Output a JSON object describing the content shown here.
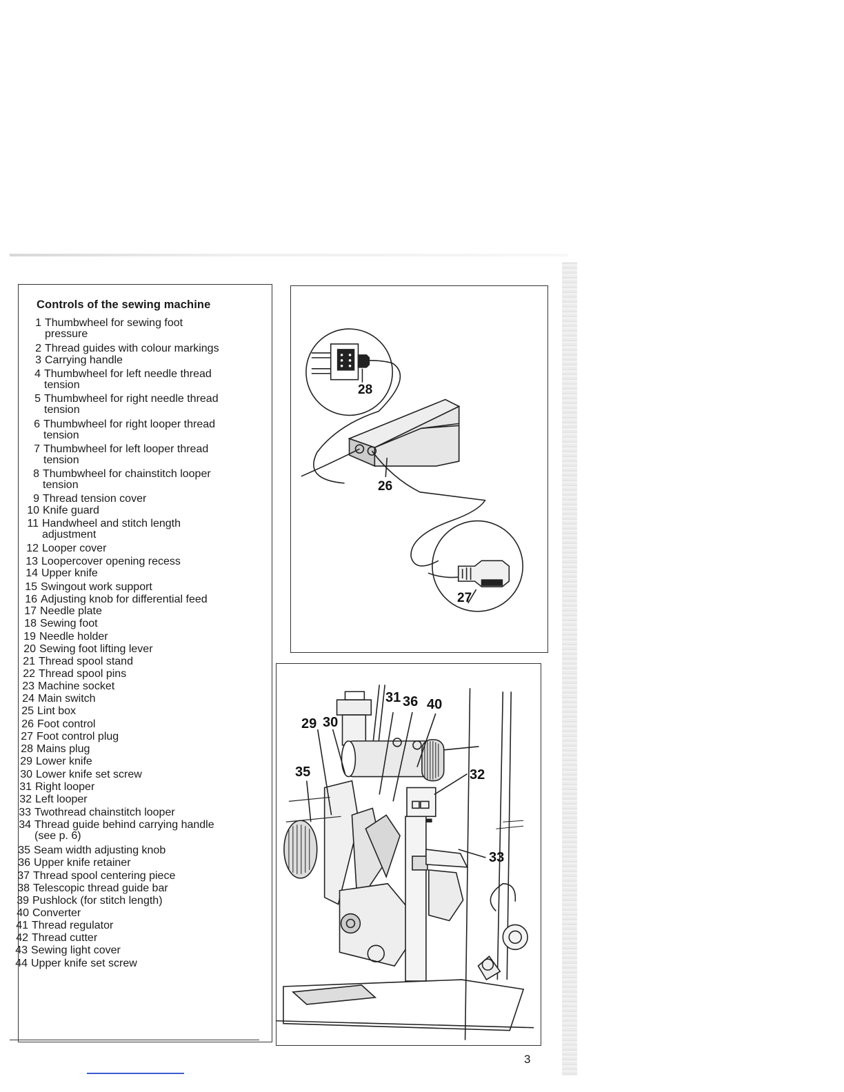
{
  "heading": "Controls of the sewing machine",
  "controls": [
    {
      "num": "1",
      "text": "Thumbwheel for sewing foot",
      "cont": "pressure"
    },
    {
      "num": "2",
      "text": "Thread guides with colour markings"
    },
    {
      "num": "3",
      "text": "Carrying handle"
    },
    {
      "num": "4",
      "text": "Thumbwheel for left needle thread",
      "cont": "tension"
    },
    {
      "num": "5",
      "text": "Thumbwheel for right needle thread",
      "cont": "tension"
    },
    {
      "num": "6",
      "text": "Thumbwheel for right looper thread",
      "cont": "tension"
    },
    {
      "num": "7",
      "text": "Thumbwheel for left looper thread",
      "cont": "tension"
    },
    {
      "num": "8",
      "text": "Thumbwheel for chainstitch looper",
      "cont": "tension"
    },
    {
      "num": "9",
      "text": "Thread tension cover"
    },
    {
      "num": "10",
      "text": "Knife guard"
    },
    {
      "num": "11",
      "text": "Handwheel and stitch length",
      "cont": "adjustment"
    },
    {
      "num": "12",
      "text": "Looper cover"
    },
    {
      "num": "13",
      "text": "Loopercover opening recess"
    },
    {
      "num": "14",
      "text": "Upper knife"
    },
    {
      "num": "15",
      "text": "Swingout work support"
    },
    {
      "num": "16",
      "text": "Adjusting knob for differential feed"
    },
    {
      "num": "17",
      "text": "Needle plate"
    },
    {
      "num": "18",
      "text": "Sewing foot"
    },
    {
      "num": "19",
      "text": "Needle holder"
    },
    {
      "num": "20",
      "text": "Sewing foot lifting lever"
    },
    {
      "num": "21",
      "text": "Thread spool stand"
    },
    {
      "num": "22",
      "text": "Thread spool pins"
    },
    {
      "num": "23",
      "text": "Machine socket"
    },
    {
      "num": "24",
      "text": "Main switch"
    },
    {
      "num": "25",
      "text": "Lint box"
    },
    {
      "num": "26",
      "text": "Foot control"
    },
    {
      "num": "27",
      "text": "Foot control plug"
    },
    {
      "num": "28",
      "text": "Mains plug"
    },
    {
      "num": "29",
      "text": "Lower knife"
    },
    {
      "num": "30",
      "text": "Lower knife set screw"
    },
    {
      "num": "31",
      "text": "Right looper"
    },
    {
      "num": "32",
      "text": "Left looper"
    },
    {
      "num": "33",
      "text": "Twothread chainstitch looper"
    },
    {
      "num": "34",
      "text": "Thread guide behind carrying handle",
      "cont": "(see p. 6)"
    },
    {
      "num": "35",
      "text": "Seam width adjusting knob"
    },
    {
      "num": "36",
      "text": "Upper knife retainer"
    },
    {
      "num": "37",
      "text": "Thread spool centering piece"
    },
    {
      "num": "38",
      "text": "Telescopic thread guide bar"
    },
    {
      "num": "39",
      "text": "Pushlock (for stitch length)"
    },
    {
      "num": "40",
      "text": "Converter"
    },
    {
      "num": "41",
      "text": "Thread regulator"
    },
    {
      "num": "42",
      "text": "Thread cutter"
    },
    {
      "num": "43",
      "text": "Sewing light cover"
    },
    {
      "num": "44",
      "text": "Upper knife set screw"
    }
  ],
  "figure_top": {
    "callouts": {
      "c28": "28",
      "c26": "26",
      "c27": "27"
    }
  },
  "figure_bottom": {
    "callouts": {
      "c31": "31",
      "c36": "36",
      "c40": "40",
      "c29": "29",
      "c30": "30",
      "c35": "35",
      "c32": "32",
      "c33": "33"
    }
  },
  "page_number": "3"
}
